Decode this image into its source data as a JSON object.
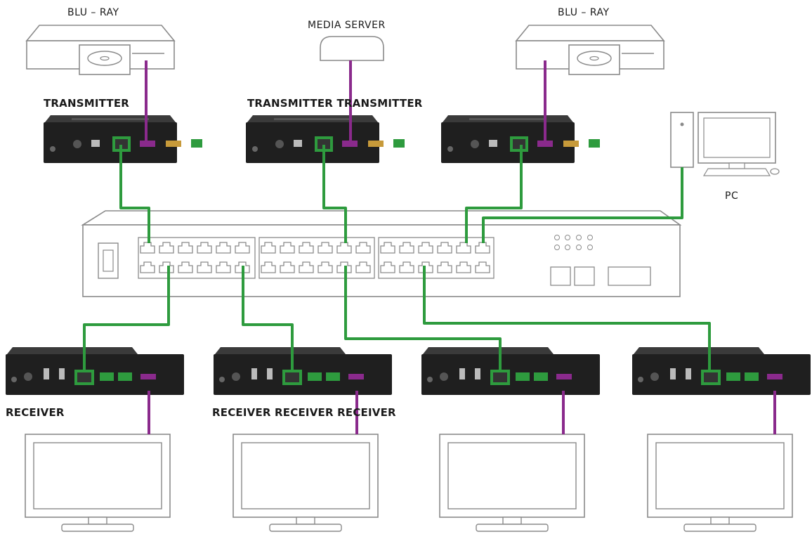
{
  "labels": {
    "source_left": "BLU – RAY",
    "source_center": "MEDIA SERVER",
    "source_right": "BLU – RAY",
    "pc": "PC",
    "transmitter_left": "TRANSMITTER",
    "transmitter_pair": "TRANSMITTER TRANSMITTER",
    "receiver_left": "RECEIVER",
    "receiver_group": "RECEIVER RECEIVER RECEIVER"
  },
  "colors": {
    "ethernet_cable": "#2e9b3e",
    "hdmi_cable": "#8a2a8c",
    "device_body": "#222222",
    "outline": "#9a9a9a"
  },
  "icons": {
    "source_left": "blu-ray-player-icon",
    "source_center": "media-server-icon",
    "source_right": "blu-ray-player-icon",
    "pc": "desktop-pc-icon",
    "switch": "network-switch-icon",
    "transmitter": "hdmi-transmitter-icon",
    "receiver": "hdmi-receiver-icon",
    "display": "tv-monitor-icon"
  }
}
